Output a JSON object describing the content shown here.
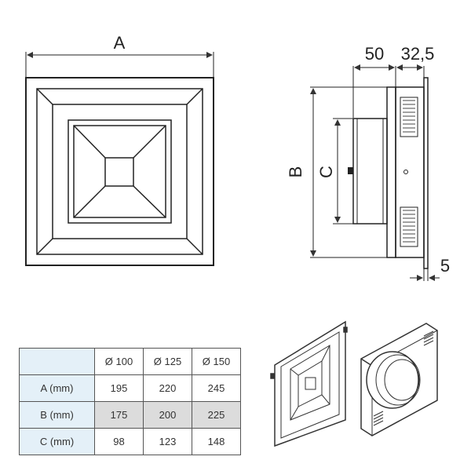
{
  "drawing": {
    "front_view": {
      "dimension_label": "A"
    },
    "side_view": {
      "dimension_labels": {
        "depth": "50",
        "flange": "32,5",
        "height_outer": "B",
        "height_inner": "C",
        "thickness": "5"
      }
    }
  },
  "spec_table": {
    "columns": [
      "Ø 100",
      "Ø 125",
      "Ø 150"
    ],
    "rows": [
      {
        "label": "A (mm)",
        "values": [
          "195",
          "220",
          "245"
        ]
      },
      {
        "label": "B (mm)",
        "values": [
          "175",
          "200",
          "225"
        ]
      },
      {
        "label": "C (mm)",
        "values": [
          "98",
          "123",
          "148"
        ]
      }
    ]
  }
}
